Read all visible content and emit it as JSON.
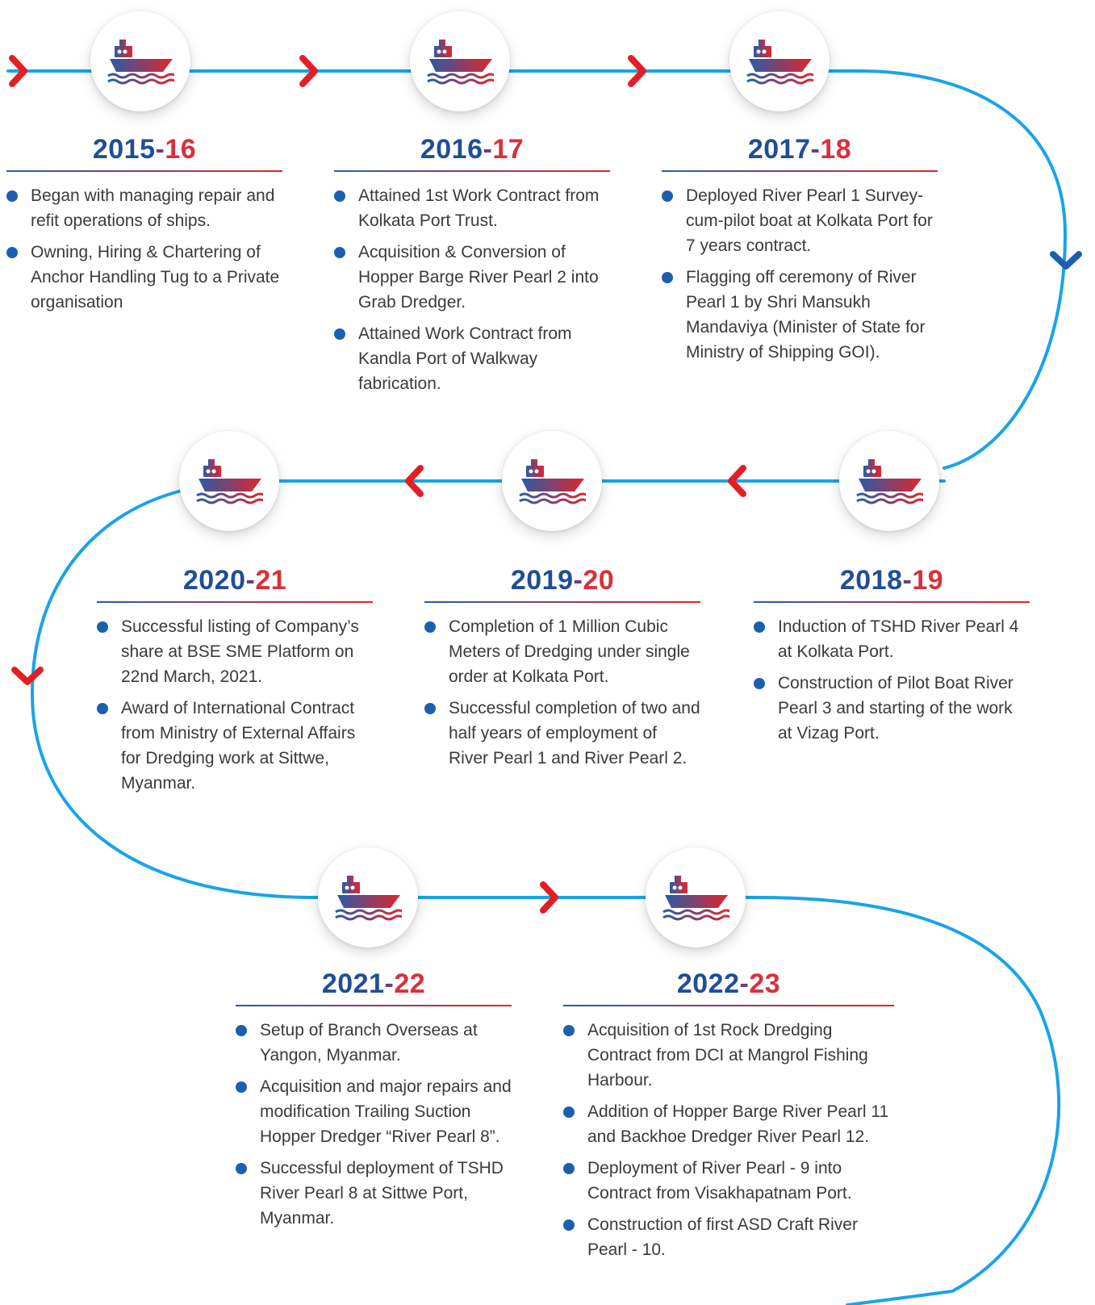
{
  "colors": {
    "timeline": "#1aa3e8",
    "chevron_forward": "#e31e24",
    "chevron_down": "#1b5fb0",
    "year_blue": "#1f4e96",
    "year_red": "#d8303c",
    "bullet": "#1b5fb0",
    "text": "#3a3a3a"
  },
  "node_icon": "ship-icon",
  "milestones": [
    {
      "year_start": "2015",
      "year_end": "16",
      "items": [
        "Began with managing repair and refit operations of ships.",
        "Owning, Hiring & Chartering of Anchor Handling Tug to a Private organisation"
      ]
    },
    {
      "year_start": "2016",
      "year_end": "17",
      "items": [
        "Attained 1st Work Contract from Kolkata Port Trust.",
        "Acquisition & Conversion of Hopper Barge River Pearl 2 into Grab Dredger.",
        "Attained Work Contract from Kandla Port of Walkway fabrication."
      ]
    },
    {
      "year_start": "2017",
      "year_end": "18",
      "items": [
        "Deployed River Pearl 1 Survey-cum-pilot boat at Kolkata Port for 7 years contract.",
        "Flagging off ceremony of River Pearl 1 by Shri Mansukh Mandaviya (Minister of State for Ministry of Shipping GOI)."
      ]
    },
    {
      "year_start": "2018",
      "year_end": "19",
      "items": [
        "Induction of TSHD River Pearl 4 at Kolkata Port.",
        "Construction of Pilot Boat River Pearl 3 and starting of the work at Vizag Port."
      ]
    },
    {
      "year_start": "2019",
      "year_end": "20",
      "items": [
        "Completion of 1 Million Cubic Meters of Dredging under single order at Kolkata Port.",
        "Successful completion of two and half years of employment of River Pearl 1 and River Pearl 2."
      ]
    },
    {
      "year_start": "2020",
      "year_end": "21",
      "items": [
        "Successful listing of Company’s share at BSE SME Platform on 22nd March, 2021.",
        "Award of International Contract from Ministry of External Affairs for Dredging work at Sittwe, Myanmar."
      ]
    },
    {
      "year_start": "2021",
      "year_end": "22",
      "items": [
        "Setup of Branch Overseas at Yangon, Myanmar.",
        "Acquisition and major repairs and modification Trailing Suction Hopper Dredger “River Pearl 8”.",
        "Successful deployment of TSHD River Pearl 8 at Sittwe Port, Myanmar."
      ]
    },
    {
      "year_start": "2022",
      "year_end": "23",
      "items": [
        "Acquisition of 1st Rock Dredging Contract from DCI at Mangrol Fishing Harbour.",
        "Addition of Hopper Barge River Pearl 11 and Backhoe Dredger River Pearl 12.",
        "Deployment of River Pearl - 9 into Contract from Visakhapatnam Port.",
        "Construction of first ASD Craft River Pearl - 10."
      ]
    }
  ]
}
